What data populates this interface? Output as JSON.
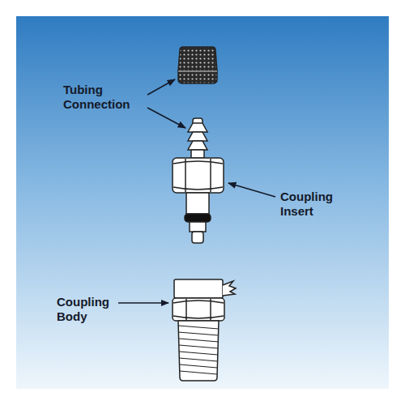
{
  "diagram": {
    "labels": [
      "Tubing Connection",
      "Coupling Insert",
      "Coupling Body"
    ]
  }
}
